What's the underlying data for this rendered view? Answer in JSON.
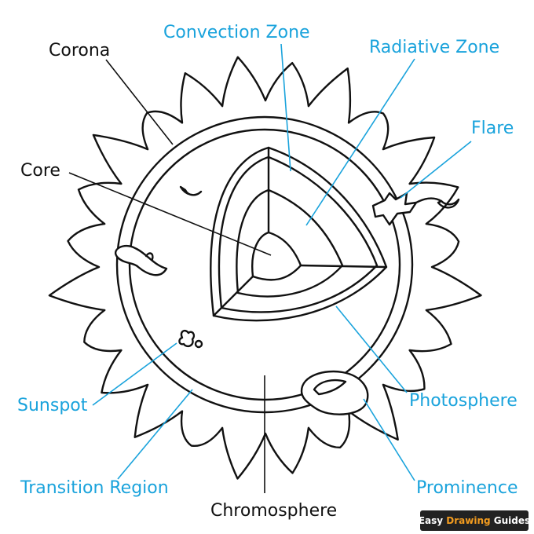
{
  "labels": {
    "corona": "Corona",
    "convection_zone": "Convection Zone",
    "radiative_zone": "Radiative Zone",
    "flare": "Flare",
    "core": "Core",
    "sunspot": "Sunspot",
    "photosphere": "Photosphere",
    "transition_region": "Transition Region",
    "prominence": "Prominence",
    "chromosphere": "Chromosphere"
  },
  "logo": {
    "word1": "Easy",
    "word2": "Drawing",
    "word3": "Guides"
  },
  "colors": {
    "outline": "#111111",
    "label_blue": "#1aa3dc",
    "logo_bg": "#222222",
    "logo_orange": "#f39c1f"
  }
}
